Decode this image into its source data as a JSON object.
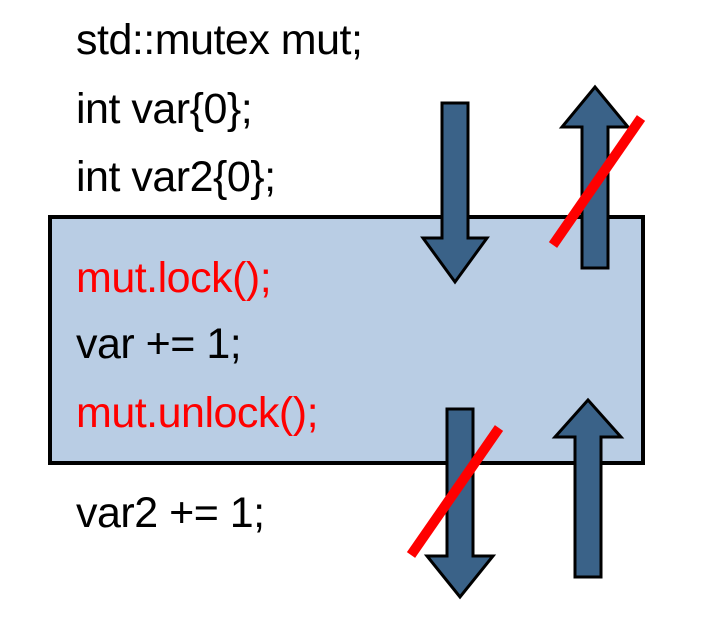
{
  "outside_before": {
    "line1": "std::mutex mut;",
    "line2": "int var{0};",
    "line3": "int var2{0};"
  },
  "critical_section": {
    "lock_line": "mut.lock();",
    "body_line": "var += 1;",
    "unlock_line": "mut.unlock();",
    "fill_color": "#b9cde4",
    "highlight_color": "#ff0000"
  },
  "outside_after": {
    "line1": "var2 += 1;"
  },
  "arrows": {
    "color": "#3a6288",
    "strike_color": "#ff0000",
    "items": [
      {
        "name": "arrow-into-section-allowed",
        "direction": "down",
        "crossed_out": false
      },
      {
        "name": "arrow-out-of-section-top-forbidden",
        "direction": "up",
        "crossed_out": true
      },
      {
        "name": "arrow-out-of-section-bottom-forbidden",
        "direction": "down",
        "crossed_out": true
      },
      {
        "name": "arrow-into-section-from-below-allowed",
        "direction": "up",
        "crossed_out": false
      }
    ]
  }
}
